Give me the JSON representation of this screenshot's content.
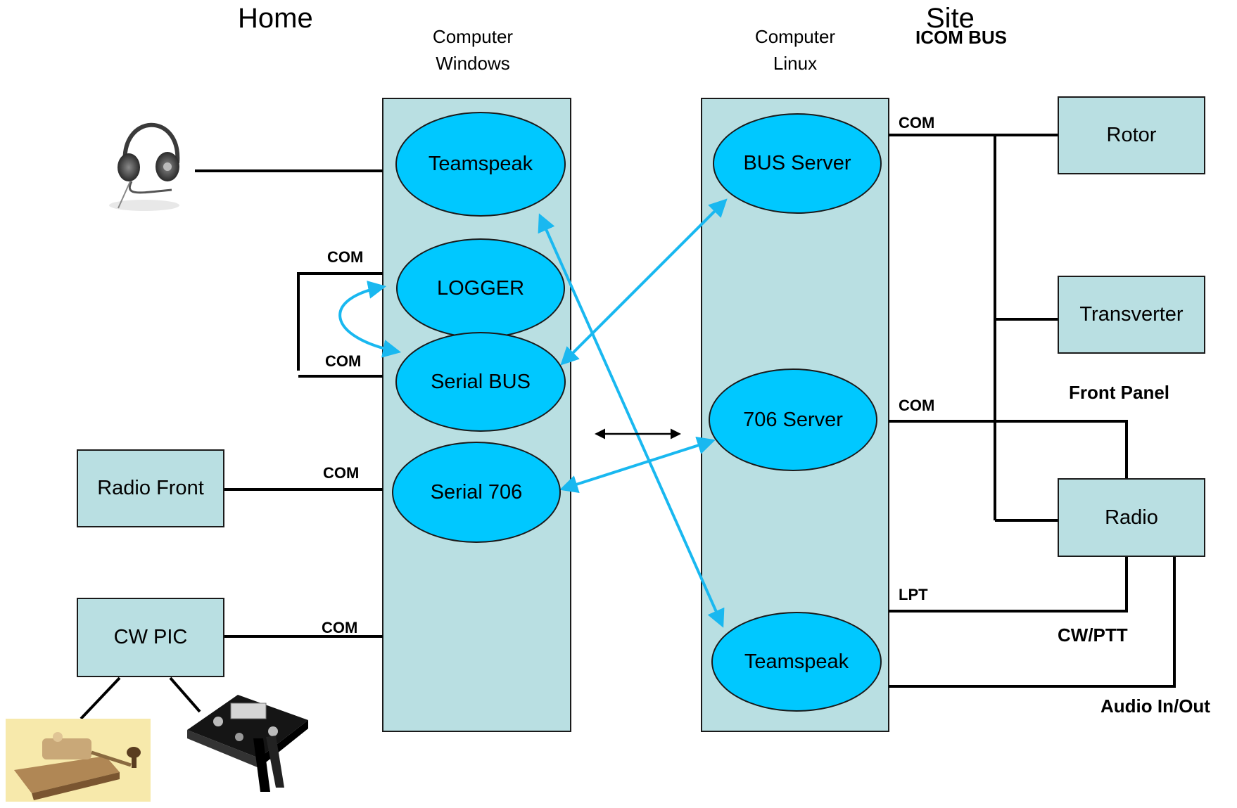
{
  "headings": {
    "home": "Home",
    "site": "Site",
    "icom_bus": "ICOM BUS"
  },
  "computers": {
    "windows": {
      "line1": "Computer",
      "line2": "Windows"
    },
    "linux": {
      "line1": "Computer",
      "line2": "Linux"
    }
  },
  "windows_apps": {
    "teamspeak": "Teamspeak",
    "logger": "LOGGER",
    "serial_bus": "Serial BUS",
    "serial_706": "Serial 706"
  },
  "linux_apps": {
    "bus_server": "BUS Server",
    "server_706": "706 Server",
    "teamspeak": "Teamspeak"
  },
  "home_devices": {
    "radio_front": "Radio Front",
    "cw_pic": "CW PIC"
  },
  "site_devices": {
    "rotor": "Rotor",
    "transverter": "Transverter",
    "radio": "Radio"
  },
  "port_labels": {
    "com_logger": "COM",
    "com_serial_bus": "COM",
    "com_radio_front": "COM",
    "com_cw_pic": "COM",
    "com_bus_server": "COM",
    "com_706_server": "COM",
    "lpt": "LPT"
  },
  "annotations": {
    "front_panel": "Front Panel",
    "cw_ptt": "CW/PTT",
    "audio": "Audio In/Out"
  },
  "colors": {
    "box_fill": "#b9dfe2",
    "app_fill": "#00c8ff",
    "arrow": "#19b8f0",
    "wire": "#000000"
  },
  "icons": [
    "headset-icon",
    "straight-key-icon",
    "paddle-key-icon"
  ]
}
